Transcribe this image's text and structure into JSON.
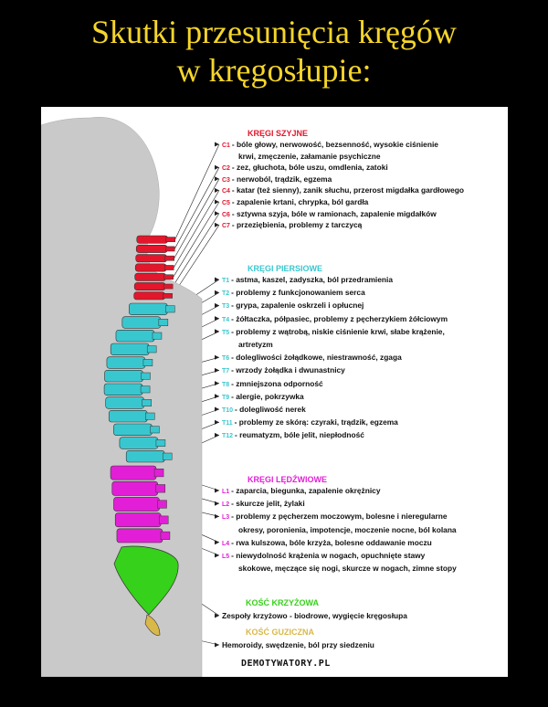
{
  "title": {
    "line1": "Skutki przesunięcia kręgów",
    "line2": "w kręgosłupie:"
  },
  "colors": {
    "background": "#000000",
    "title": "#f5d52a",
    "cervical": "#e3162c",
    "thoracic": "#39c7cf",
    "lumbar": "#e21fd6",
    "sacral": "#36d11a",
    "coccyx": "#d9b84a",
    "body_silhouette": "#c9c9c9"
  },
  "sections": {
    "cervical": "KRĘGI SZYJNE",
    "thoracic": "KRĘGI PIERSIOWE",
    "lumbar": "KRĘGI LĘDŹWIOWE",
    "sacral": "KOŚĆ KRZYŻOWA",
    "coccyx": "KOŚĆ GUZICZNA"
  },
  "cervical": [
    {
      "code": "C1",
      "text": "- bóle głowy, nerwowość, bezsenność, wysokie ciśnienie"
    },
    {
      "code": "",
      "text": "krwi, zmęczenie, załamanie psychiczne"
    },
    {
      "code": "C2",
      "text": "- zez, głuchota, bóle uszu, omdlenia, zatoki"
    },
    {
      "code": "C3",
      "text": "- nerwoból, trądzik, egzema"
    },
    {
      "code": "C4",
      "text": "- katar (też sienny), zanik słuchu, przerost migdałka gardłowego"
    },
    {
      "code": "C5",
      "text": "- zapalenie krtani, chrypka, ból gardła"
    },
    {
      "code": "C6",
      "text": "- sztywna szyja, bóle w ramionach, zapalenie migdałków"
    },
    {
      "code": "C7",
      "text": "- przeziębienia, problemy z tarczycą"
    }
  ],
  "thoracic": [
    {
      "code": "T1",
      "text": "- astma, kaszel, zadyszka, ból przedramienia"
    },
    {
      "code": "T2",
      "text": "- problemy z funkcjonowaniem serca"
    },
    {
      "code": "T3",
      "text": "- grypa, zapalenie oskrzeli i opłucnej"
    },
    {
      "code": "T4",
      "text": "- żółtaczka, półpasiec, problemy z pęcherzykiem żółciowym"
    },
    {
      "code": "T5",
      "text": "- problemy z wątrobą, niskie ciśnienie krwi, słabe krążenie,"
    },
    {
      "code": "",
      "text": "artretyzm"
    },
    {
      "code": "T6",
      "text": "- dolegliwości żołądkowe, niestrawność, zgaga"
    },
    {
      "code": "T7",
      "text": "- wrzody żołądka i dwunastnicy"
    },
    {
      "code": "T8",
      "text": "- zmniejszona odporność"
    },
    {
      "code": "T9",
      "text": "- alergie, pokrzywka"
    },
    {
      "code": "T10",
      "text": "- dolegliwość nerek"
    },
    {
      "code": "T11",
      "text": "- problemy ze skórą: czyraki, trądzik, egzema"
    },
    {
      "code": "T12",
      "text": "- reumatyzm, bóle jelit, niepłodność"
    }
  ],
  "lumbar": [
    {
      "code": "L1",
      "text": "- zaparcia, biegunka, zapalenie okrężnicy"
    },
    {
      "code": "L2",
      "text": "- skurcze jelit, żylaki"
    },
    {
      "code": "L3",
      "text": "- problemy z pęcherzem moczowym, bolesne i nieregularne"
    },
    {
      "code": "",
      "text": "okresy, poronienia, impotencje, moczenie nocne, ból kolana"
    },
    {
      "code": "L4",
      "text": "- rwa kulszowa, bóle krzyża, bolesne oddawanie moczu"
    },
    {
      "code": "L5",
      "text": "- niewydolność krążenia w nogach, opuchnięte stawy"
    },
    {
      "code": "",
      "text": "skokowe, męczące się nogi, skurcze w nogach, zimne stopy"
    }
  ],
  "sacral": [
    {
      "code": "",
      "text": "Zespoły krzyżowo - biodrowe, wygięcie kręgosłupa"
    }
  ],
  "coccyx": [
    {
      "code": "",
      "text": "Hemoroidy, swędzenie, ból przy siedzeniu"
    }
  ],
  "watermark": "DEMOTYWATORY.PL"
}
